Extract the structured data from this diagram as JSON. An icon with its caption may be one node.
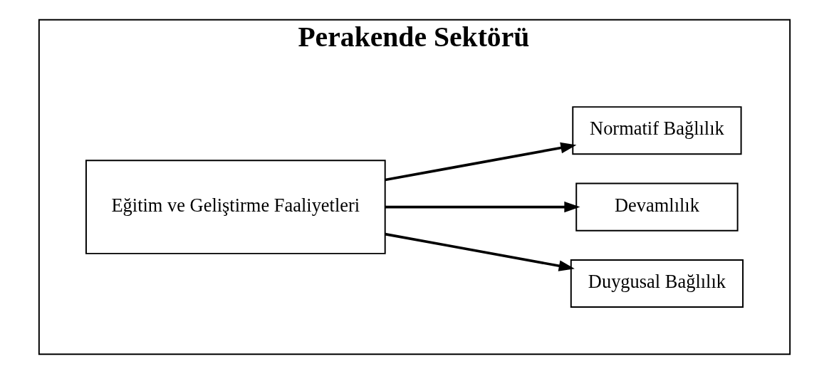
{
  "diagram": {
    "nodes": [
      {
        "text": [
          "Perakende Sektörü"
        ]
      },
      {
        "text": [
          "Eğitim ve Geliştirme Faaliyetleri"
        ],
        "in": 0
      },
      {
        "text": [
          "Duygusal Bağlılık"
        ],
        "in": 0
      },
      {
        "text": [
          "Devamlılık"
        ],
        "in": 0
      },
      {
        "text": [
          "Normatif Bağlılık"
        ],
        "in": 0
      }
    ],
    "edges": [
      {
        "from": 1,
        "to": 2,
        "arrow": "to"
      },
      {
        "from": 1,
        "to": 3,
        "arrow": "to"
      },
      {
        "from": 1,
        "to": 4,
        "arrow": "to"
      }
    ]
  }
}
